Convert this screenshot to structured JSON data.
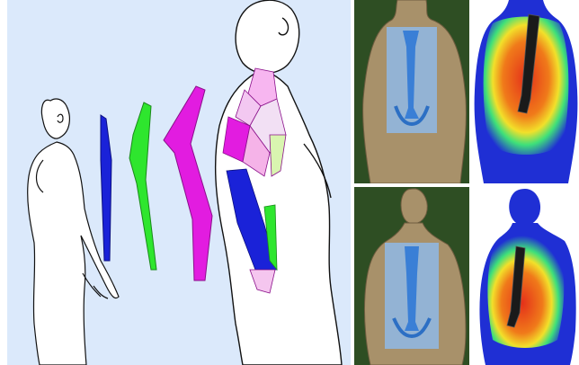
{
  "figure": {
    "panels": [
      {
        "id": "panel-main",
        "content": "sketch-figures-with-back-segments"
      },
      {
        "id": "panel-tl",
        "content": "textured-torso-with-brace"
      },
      {
        "id": "panel-tr",
        "content": "heatmap-back"
      },
      {
        "id": "panel-bl",
        "content": "textured-torso-with-brace"
      },
      {
        "id": "panel-br",
        "content": "heatmap-back"
      }
    ],
    "colors": {
      "sky": "#dbe9fb",
      "segment_blue": "#1a22d8",
      "segment_green": "#2ee62e",
      "segment_magenta": "#e21ce0",
      "bg_dark_green": "#2e4e23",
      "skin_tan": "#a8916a",
      "brace_blue": "#8fb8e6",
      "heat_red": "#e4301a",
      "heat_blue": "#1f2fd4"
    }
  }
}
